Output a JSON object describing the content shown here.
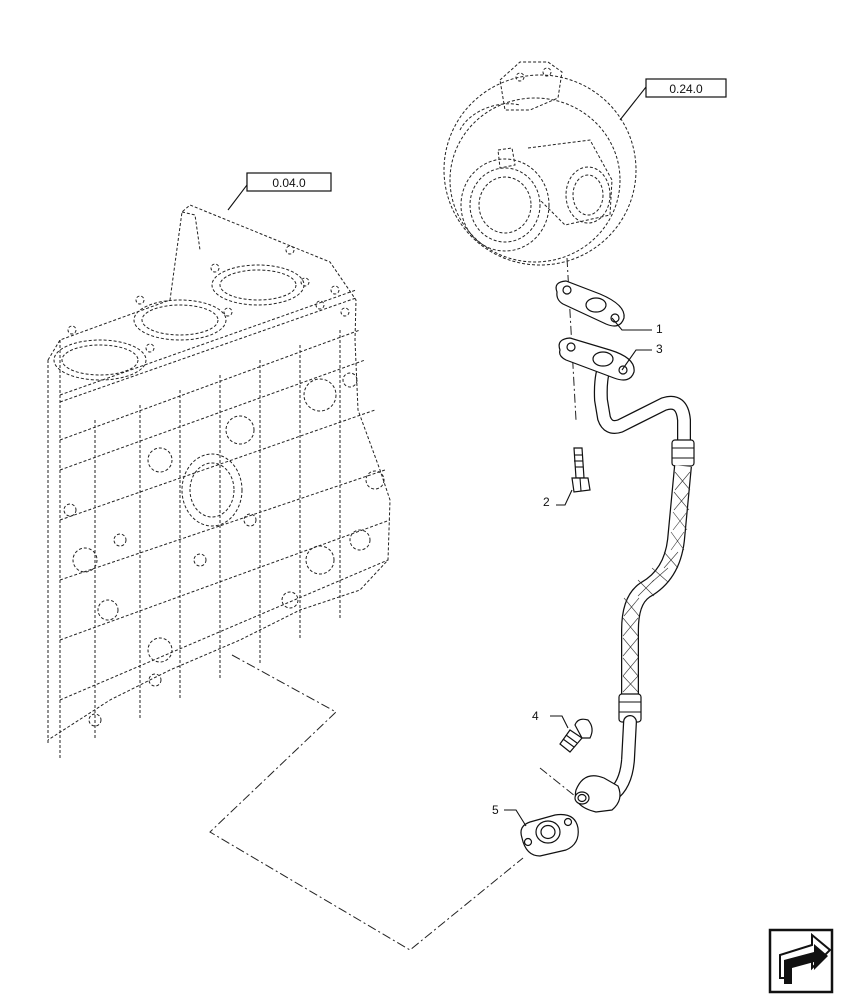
{
  "references": {
    "engine_block": "0.04.0",
    "turbocharger": "0.24.0"
  },
  "callouts": {
    "gasket_upper": "1",
    "bolt_upper": "2",
    "flange_gasket": "3",
    "bolt_lower": "4",
    "gasket_lower": "5"
  },
  "nav_icon": "previous-page-arrow-icon"
}
